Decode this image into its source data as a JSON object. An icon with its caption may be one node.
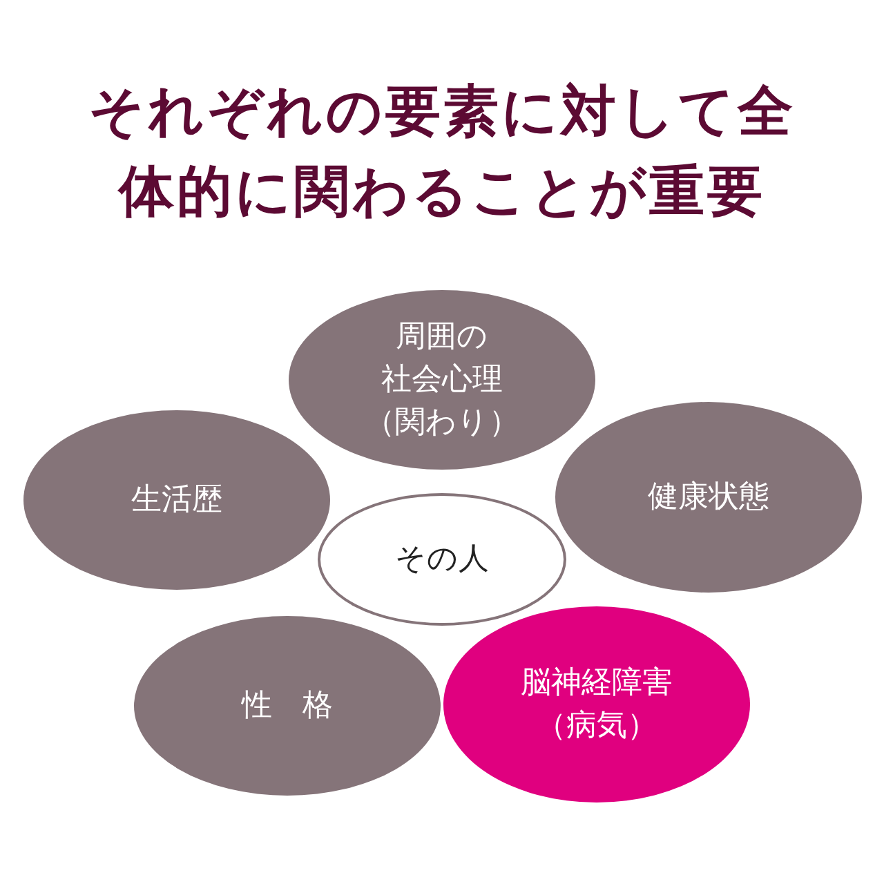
{
  "diagram": {
    "title": "それぞれの要素に対して全体的に関わることが重要",
    "nodes": [
      {
        "text": [
          "周囲の社会心理（関わり）"
        ]
      },
      {
        "text": [
          "生活歴"
        ]
      },
      {
        "text": [
          "健康状態"
        ]
      },
      {
        "text": [
          "その人"
        ]
      },
      {
        "text": [
          "性　格"
        ]
      },
      {
        "text": [
          "脳神経障害（病気）"
        ]
      }
    ]
  }
}
